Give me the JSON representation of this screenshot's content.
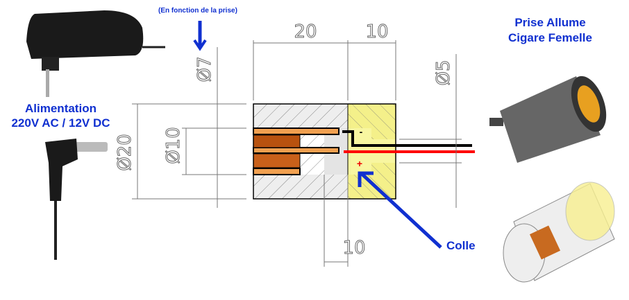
{
  "labels": {
    "power_supply": "Alimentation",
    "power_spec": "220V AC / 12V DC",
    "socket_line1": "Prise Allume",
    "socket_line2": "Cigare Femelle",
    "note": "(En fonction de la prise)",
    "glue": "Colle"
  },
  "dimensions": {
    "length_main": "20",
    "length_cap": "10",
    "bottom_length": "10",
    "dia_7": "Ø7",
    "dia_20": "Ø20",
    "dia_10": "Ø10",
    "dia_5": "Ø5"
  },
  "polarity": {
    "minus": "-",
    "plus": "+"
  },
  "colors": {
    "blue": "#1030d0",
    "copper": "#f0a050",
    "yellow": "#f4f08a",
    "wire_red": "#ff0000"
  }
}
